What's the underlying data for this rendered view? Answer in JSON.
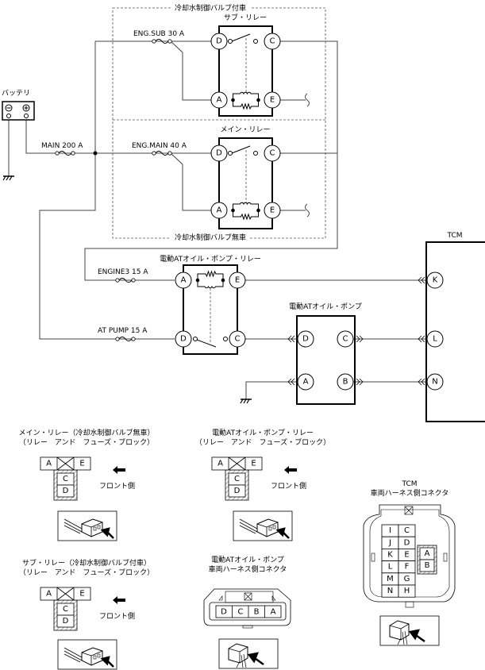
{
  "diagram": {
    "colors": {
      "line": "#444444",
      "box": "#000000",
      "background": "#ffffff"
    },
    "battery": {
      "label": "バッテリ",
      "neg": "−",
      "pos": "+"
    },
    "fuses": {
      "main": "MAIN 200 A",
      "eng_sub": "ENG.SUB 30 A",
      "eng_main": "ENG.MAIN 40 A",
      "engine3": "ENGINE3 15 A",
      "at_pump": "AT PUMP 15 A"
    },
    "regions": {
      "with_valve": "冷却水制御バルブ付車",
      "without_valve": "冷却水制御バルブ無車"
    },
    "sub_relay": {
      "label": "サブ・リレー",
      "terminals": [
        "D",
        "C",
        "A",
        "E"
      ]
    },
    "main_relay": {
      "label": "メイン・リレー",
      "terminals": [
        "D",
        "C",
        "A",
        "E"
      ]
    },
    "eat_relay": {
      "label": "電動ATオイル・ポンプ・リレー",
      "terminals": [
        "A",
        "E",
        "D",
        "C"
      ]
    },
    "eat_pump": {
      "label": "電動ATオイル・ポンプ",
      "terminals": [
        "D",
        "C",
        "A",
        "B"
      ]
    },
    "tcm": {
      "label": "TCM",
      "terminals": [
        "K",
        "L",
        "N"
      ]
    }
  },
  "connectors": {
    "main_relay": {
      "title1": "メイン・リレー（冷却水制御バルブ無車）",
      "title2": "（リレー　アンド　フューズ・ブロック）",
      "pins": [
        "A",
        "E",
        "C",
        "D"
      ],
      "front": "フロント側"
    },
    "eat_relay": {
      "title1": "電動ATオイル・ポンプ・リレー",
      "title2": "（リレー　アンド　フューズ・ブロック）",
      "pins": [
        "A",
        "E",
        "C",
        "D"
      ],
      "front": "フロント側"
    },
    "sub_relay": {
      "title1": "サブ・リレー（冷却水制御バルブ付車）",
      "title2": "（リレー　アンド　フューズ・ブロック）",
      "pins": [
        "A",
        "E",
        "C",
        "D"
      ],
      "front": "フロント側"
    },
    "eat_pump": {
      "title1": "電動ATオイル・ポンプ",
      "title2": "車両ハーネス側コネクタ",
      "pins": [
        "D",
        "C",
        "B",
        "A"
      ]
    },
    "tcm": {
      "title1": "TCM",
      "title2": "車両ハーネス側コネクタ",
      "pins_left": [
        "I",
        "J",
        "K",
        "L",
        "M",
        "N"
      ],
      "pins_mid": [
        "C",
        "D",
        "E",
        "F",
        "G",
        "H"
      ],
      "pins_right": [
        "A",
        "B"
      ]
    }
  }
}
